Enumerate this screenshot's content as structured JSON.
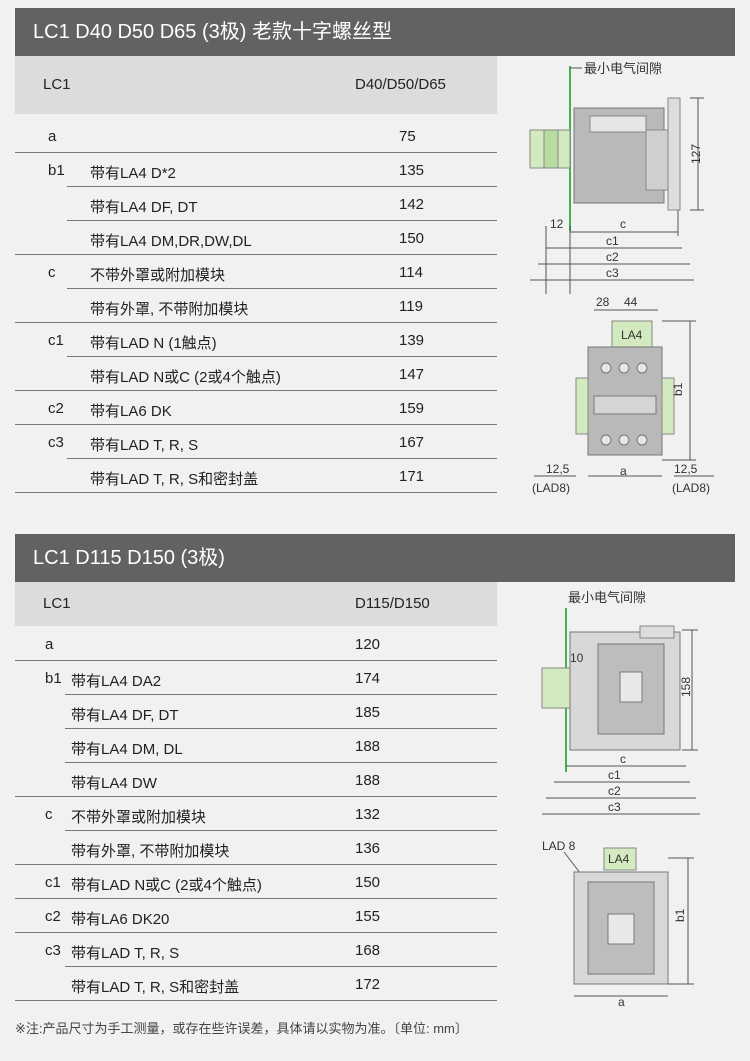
{
  "section1": {
    "title": "LC1 D40 D50 D65 (3极) 老款十字螺丝型",
    "col1": "LC1",
    "col2": "D40/D50/D65",
    "rows": [
      {
        "key": "a",
        "desc": "",
        "val": "75"
      },
      {
        "key": "b1",
        "desc": "带有LA4 D*2",
        "val": "135"
      },
      {
        "key": "",
        "desc": "带有LA4 DF, DT",
        "val": "142"
      },
      {
        "key": "",
        "desc": "带有LA4 DM,DR,DW,DL",
        "val": "150"
      },
      {
        "key": "c",
        "desc": "不带外罩或附加模块",
        "val": "114"
      },
      {
        "key": "",
        "desc": "带有外罩, 不带附加模块",
        "val": "119"
      },
      {
        "key": "c1",
        "desc": "带有LAD N (1触点)",
        "val": "139"
      },
      {
        "key": "",
        "desc": "带有LAD N或C (2或4个触点)",
        "val": "147"
      },
      {
        "key": "c2",
        "desc": "带有LA6 DK",
        "val": "159"
      },
      {
        "key": "c3",
        "desc": "带有LAD T, R, S",
        "val": "167"
      },
      {
        "key": "",
        "desc": "带有LAD T, R, S和密封盖",
        "val": "171"
      }
    ],
    "diagram": {
      "clearance": "最小电气间隙",
      "h": "127",
      "w12": "12",
      "c": "c",
      "c1": "c1",
      "c2": "c2",
      "c3": "c3",
      "d28": "28",
      "d44": "44",
      "la4": "LA4",
      "b1": "b1",
      "a": "a",
      "s125": "12,5",
      "lad8": "(LAD8)"
    }
  },
  "section2": {
    "title": "LC1 D115 D150 (3极)",
    "col1": "LC1",
    "col2": "D115/D150",
    "rows": [
      {
        "key": "a",
        "desc": "",
        "val": "120"
      },
      {
        "key": "b1",
        "desc": "带有LA4 DA2",
        "val": "174"
      },
      {
        "key": "",
        "desc": "带有LA4 DF, DT",
        "val": "185"
      },
      {
        "key": "",
        "desc": "带有LA4 DM, DL",
        "val": "188"
      },
      {
        "key": "",
        "desc": "带有LA4 DW",
        "val": "188"
      },
      {
        "key": "c",
        "desc": "不带外罩或附加模块",
        "val": "132"
      },
      {
        "key": "",
        "desc": "带有外罩, 不带附加模块",
        "val": "136"
      },
      {
        "key": "c1",
        "desc": "带有LAD N或C (2或4个触点)",
        "val": "150"
      },
      {
        "key": "c2",
        "desc": "带有LA6 DK20",
        "val": "155"
      },
      {
        "key": "c3",
        "desc": "带有LAD T, R, S",
        "val": "168"
      },
      {
        "key": "",
        "desc": "带有LAD T, R, S和密封盖",
        "val": "172"
      }
    ],
    "diagram": {
      "clearance": "最小电气间隙",
      "h": "158",
      "w10": "10",
      "c": "c",
      "c1": "c1",
      "c2": "c2",
      "c3": "c3",
      "lad8": "LAD 8",
      "la4": "LA4",
      "b1": "b1",
      "a": "a"
    }
  },
  "note": "※注:产品尺寸为手工测量，或存在些许误差，具体请以实物为准。〔单位: mm〕",
  "colors": {
    "bar": "#626262",
    "header": "#dcdcdc",
    "green": "#3fb34f",
    "lightgreen": "#d3eac0",
    "body": "#b9b9b9"
  }
}
